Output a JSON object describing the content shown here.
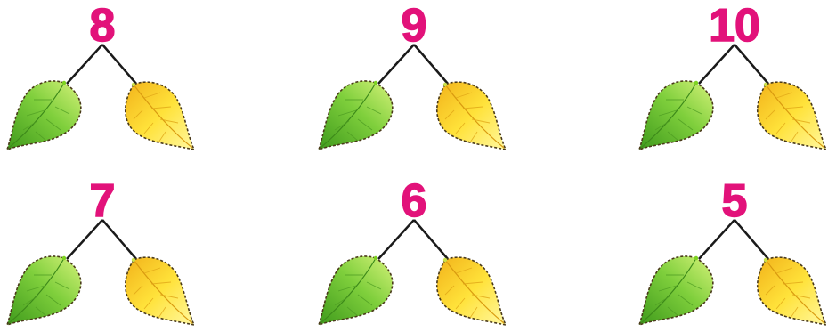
{
  "colors": {
    "number": "#e2127a",
    "line": "#1a1a1a",
    "green_leaf_light": "#c9ef6a",
    "green_leaf_dark": "#4ca521",
    "yellow_leaf_light": "#fff36a",
    "yellow_leaf_dark": "#f0b315",
    "leaf_outline": "#4a3a1a"
  },
  "trees": [
    {
      "number": "8",
      "left_leaf": "green-leaf-icon",
      "right_leaf": "yellow-leaf-icon"
    },
    {
      "number": "9",
      "left_leaf": "green-leaf-icon",
      "right_leaf": "yellow-leaf-icon"
    },
    {
      "number": "10",
      "left_leaf": "green-leaf-icon",
      "right_leaf": "yellow-leaf-icon"
    },
    {
      "number": "7",
      "left_leaf": "green-leaf-icon",
      "right_leaf": "yellow-leaf-icon"
    },
    {
      "number": "6",
      "left_leaf": "green-leaf-icon",
      "right_leaf": "yellow-leaf-icon"
    },
    {
      "number": "5",
      "left_leaf": "green-leaf-icon",
      "right_leaf": "yellow-leaf-icon"
    }
  ]
}
